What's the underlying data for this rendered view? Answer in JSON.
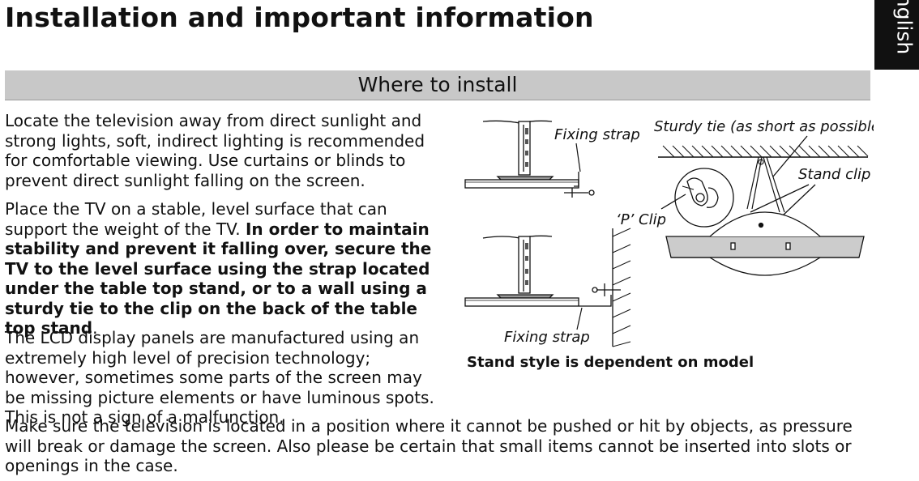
{
  "header": {
    "title": "Installation and important information",
    "language_tab": "nglish"
  },
  "section": {
    "title": "Where to install"
  },
  "paragraphs": {
    "p1": "Locate the television away from direct sunlight and strong lights, soft, indirect lighting is recommended for comfortable viewing. Use curtains or blinds to prevent direct sunlight falling on the screen.",
    "p2_normal": "Place the TV on a stable, level surface that can support the weight of the TV. ",
    "p2_bold": "In order to maintain stability and prevent it falling over, secure the TV to the level surface using the strap located under the table top stand, or to a wall using a sturdy tie to the clip on the back of the table top stand",
    "p2_end": ".",
    "p3": "The LCD display panels are manufactured using an extremely high level of precision technology; however, sometimes some parts of the screen may be missing picture elements or have luminous spots. This is not a sign of a malfunction.",
    "p4": "Make sure the television is located in a position where it cannot be pushed or hit by objects, as pressure will break or damage the screen. Also please be certain that small items cannot be inserted into slots or openings in the case."
  },
  "figure": {
    "labels": {
      "fixing_strap_top": "Fixing strap",
      "fixing_strap_bottom": "Fixing strap",
      "sturdy_tie": "Sturdy tie (as short as possible)",
      "stand_clip": "Stand clip",
      "p_clip": "‘P’ Clip"
    },
    "caption": "Stand style is dependent on model"
  }
}
